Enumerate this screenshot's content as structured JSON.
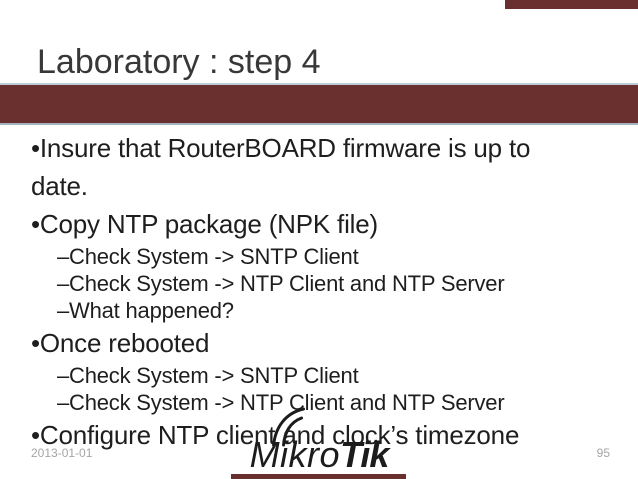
{
  "slide": {
    "title": "Laboratory : step 4",
    "content_lines": [
      {
        "level": 1,
        "text": "•Insure that RouterBOARD firmware is up to"
      },
      {
        "level": 1,
        "text": "date."
      },
      {
        "level": 1,
        "text": "•Copy NTP package (NPK file)"
      },
      {
        "level": 2,
        "text": "–Check System -> SNTP Client"
      },
      {
        "level": 2,
        "text": "–Check System -> NTP Client and NTP Server"
      },
      {
        "level": 2,
        "text": "–What happened?"
      },
      {
        "level": 1,
        "text": "•Once rebooted"
      },
      {
        "level": 2,
        "text": "–Check System -> SNTP Client"
      },
      {
        "level": 2,
        "text": "–Check System -> NTP Client and NTP Server"
      },
      {
        "level": 1,
        "text": "•Configure NTP client and clock’s timezone"
      }
    ],
    "footer": {
      "date": "2013-01-01",
      "page_number": "95"
    },
    "logo": {
      "part1": "Mikro",
      "part2": "Tik"
    },
    "colors": {
      "accent_maroon": "#6a2f2f",
      "band_border_top": "#bccdd6",
      "band_border_bottom": "#a2b4bc",
      "title_text": "#383838",
      "body_text": "#1e1e1e",
      "footer_text": "#a5a5a5",
      "logo_black": "#1c1c1c"
    }
  }
}
